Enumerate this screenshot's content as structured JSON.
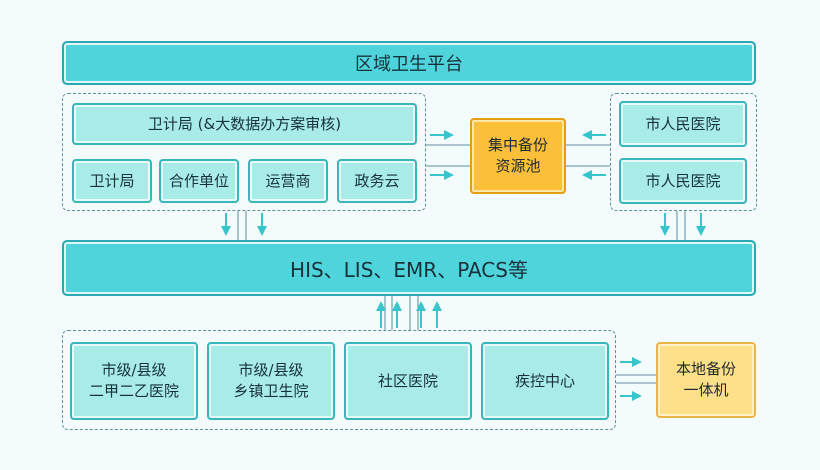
{
  "top_band": {
    "label": "区域卫生平台"
  },
  "middle_band": {
    "label": "HIS、LIS、EMR、PACS等"
  },
  "left_group": {
    "wide_node": "卫计局 (&大数据办方案审核)",
    "nodes": [
      "卫计局",
      "合作单位",
      "运营商",
      "政务云"
    ]
  },
  "center_hub": {
    "label": "集中备份\n资源池"
  },
  "right_group": {
    "nodes": [
      "市人民医院",
      "市人民医院"
    ]
  },
  "bottom_group": {
    "nodes": [
      "市级/县级\n二甲二乙医院",
      "市级/县级\n乡镇卫生院",
      "社区医院",
      "疾控中心"
    ]
  },
  "local_hub": {
    "label": "本地备份\n一体机"
  },
  "colors": {
    "band_fill": "#4fd4dc",
    "node_fill": "#a9ece7",
    "hub_fill": "#fbbf3a",
    "local_hub_fill": "#ffe08a",
    "arrow": "#38c4cc",
    "connector": "#5c8fa0"
  }
}
